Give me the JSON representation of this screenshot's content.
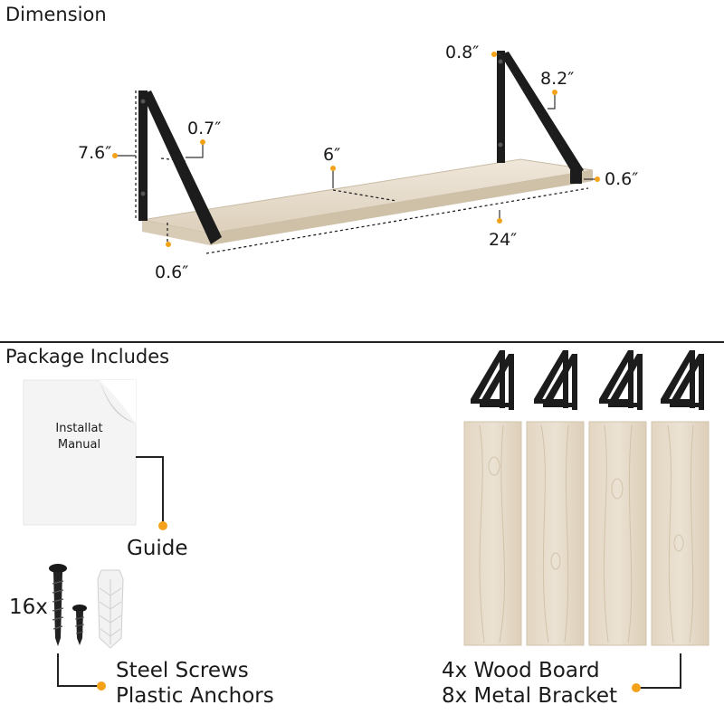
{
  "headings": {
    "dimension": "Dimension",
    "package": "Package Includes"
  },
  "dimensions": {
    "total_height": "7.6″",
    "bracket_width": "0.7″",
    "depth": "6″",
    "board_thickness": "0.6″",
    "length": "24″",
    "top_width": "0.8″",
    "bracket_length": "8.2″",
    "end_thickness": "0.6″"
  },
  "package": {
    "manual_line1": "Installat",
    "manual_line2": "Manual",
    "guide_label": "Guide",
    "screw_count": "16x",
    "screws_line1": "Steel Screws",
    "screws_line2": "Plastic Anchors",
    "boards_line1": "4x Wood Board",
    "boards_line2": "8x Metal Bracket"
  },
  "colors": {
    "accent": "#f5a21b",
    "metal": "#1c1c1c",
    "wood": "#e6dccb",
    "wood_grain": "#d4c4ad"
  }
}
